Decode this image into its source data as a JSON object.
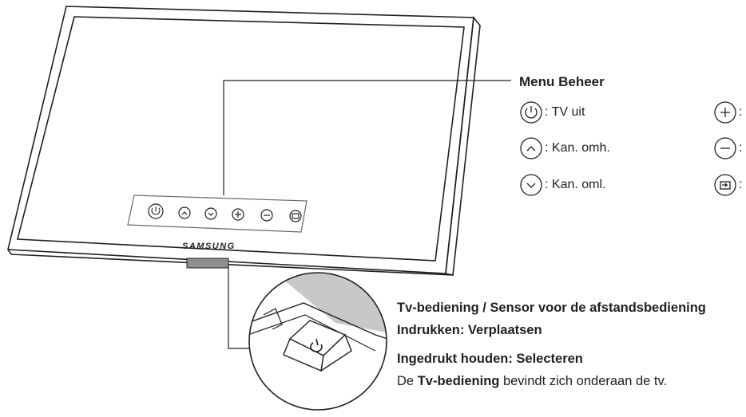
{
  "brand": "SAMSUNG",
  "menu": {
    "title": "Menu Beheer",
    "items": [
      {
        "icon": "power-icon",
        "label": ": TV uit"
      },
      {
        "icon": "chevron-up-icon",
        "label": ": Kan. omh."
      },
      {
        "icon": "chevron-down-icon",
        "label": ": Kan. oml."
      },
      {
        "icon": "plus-icon",
        "label": ":"
      },
      {
        "icon": "minus-icon",
        "label": ":"
      },
      {
        "icon": "source-icon",
        "label": ":"
      }
    ]
  },
  "controller": {
    "line1": "Tv-bediening / Sensor voor de afstandsbediening",
    "line2": "Indrukken: Verplaatsen",
    "line3": "Ingedrukt houden: Selecteren",
    "line4_prefix": "De ",
    "line4_bold": "Tv-bediening",
    "line4_suffix": " bevindt zich onderaan de tv."
  },
  "colors": {
    "ink": "#231f20",
    "bezel_gray": "#c8c8c8",
    "panel_gray": "#9a9a9a"
  }
}
